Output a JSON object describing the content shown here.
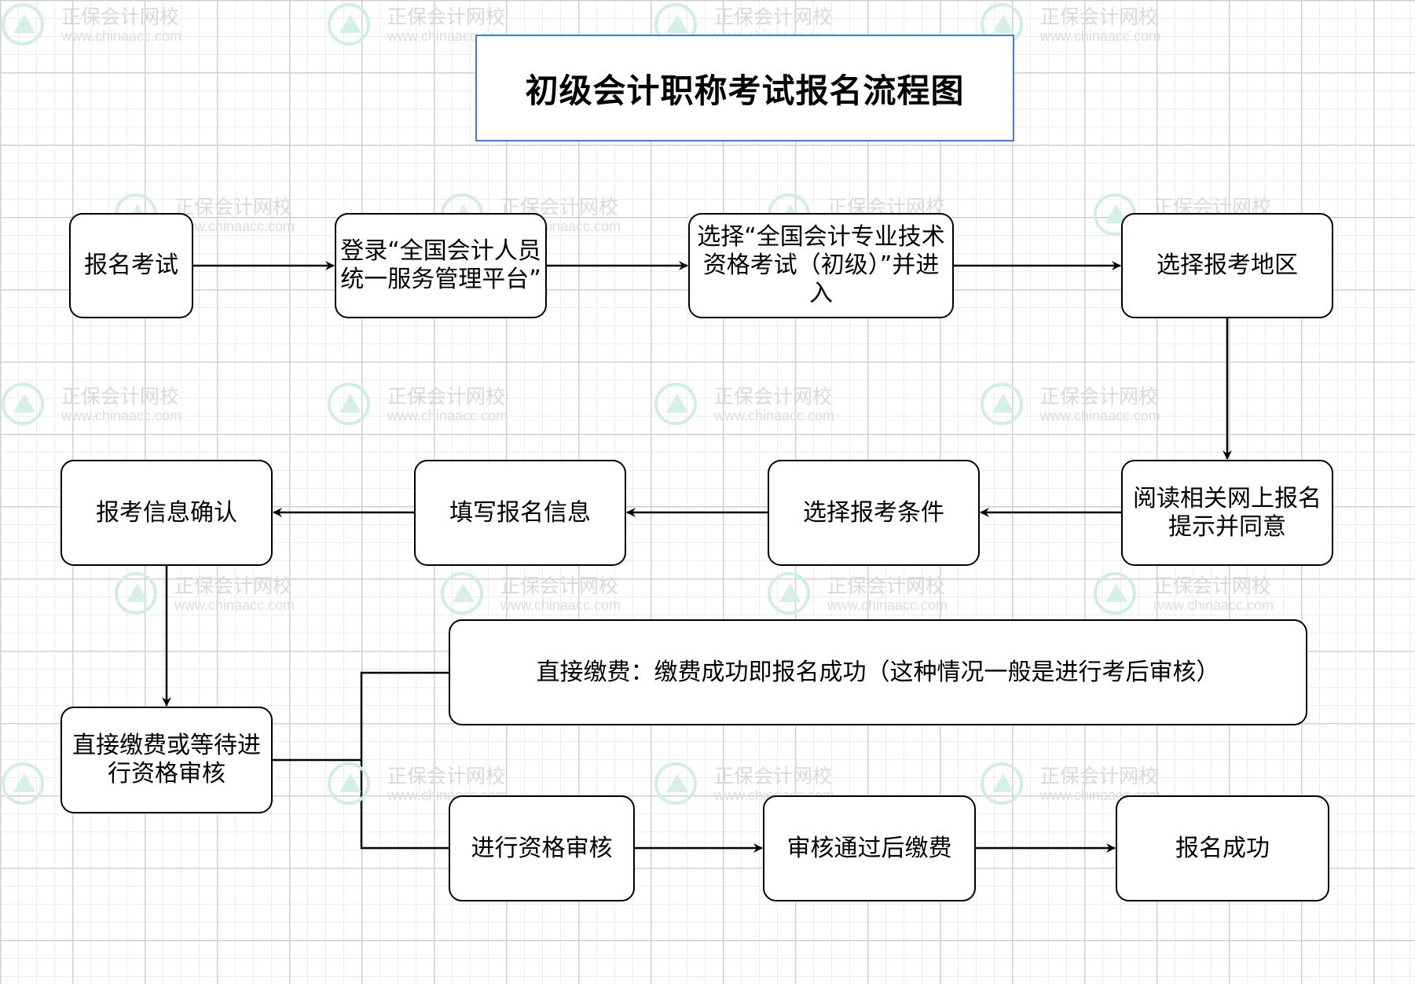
{
  "watermark": {
    "brand": "正保会计网校",
    "url": "www.chinaacc.com"
  },
  "diagram": {
    "title": "初级会计职称考试报名流程图",
    "steps": {
      "register_exam": "报名考试",
      "login_platform": "登录“全国会计人员统一服务管理平台”",
      "select_exam": "选择“全国会计专业技术资格考试（初级）”并进入",
      "select_region": "选择报考地区",
      "read_agree": "阅读相关网上报名提示并同意",
      "select_conditions": "选择报考条件",
      "fill_info": "填写报名信息",
      "confirm_info": "报考信息确认",
      "pay_or_review": "直接缴费或等待进行资格审核",
      "direct_pay": "直接缴费：缴费成功即报名成功（这种情况一般是进行考后审核）",
      "qualification_review": "进行资格审核",
      "pay_after_review": "审核通过后缴费",
      "success": "报名成功"
    }
  },
  "colors": {
    "title_border": "#3d7ae8",
    "node_border": "#000000",
    "grid": "#d0d0d0"
  }
}
